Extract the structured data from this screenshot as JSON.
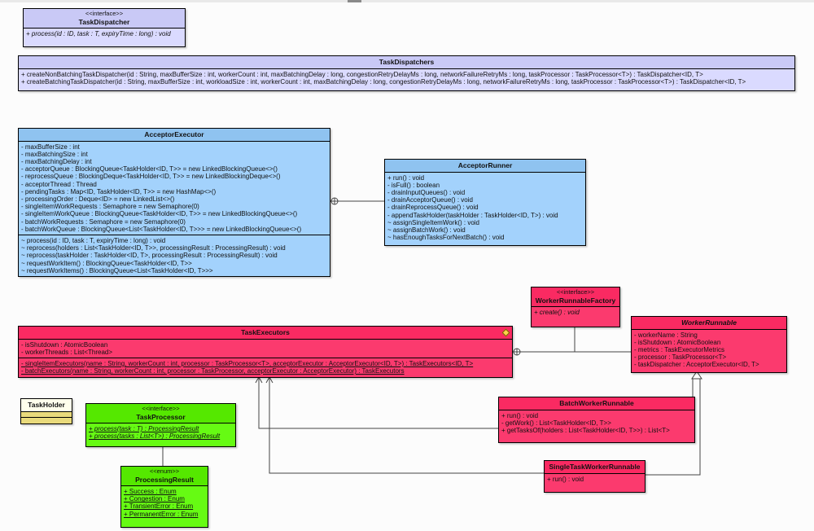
{
  "window": {
    "background": "#fcfcfc"
  },
  "colors": {
    "lavender_header": "#c9c9f6",
    "lavender_body": "#dadaff",
    "blue_header": "#8fc3f0",
    "blue_body": "#a3d2fc",
    "pink_header": "#fa2a62",
    "pink_body": "#fb3a6e",
    "green_header": "#55e800",
    "green_body": "#66fb13",
    "yellow_title": "#ffffec",
    "yellow_body": "#e9da7c",
    "diamond_accent": "#ffd24a"
  },
  "classes": {
    "taskDispatcher": {
      "stereotype": "<<interface>>",
      "name": "TaskDispatcher",
      "methods": [
        "+ process(id : ID, task : T, expiryTime : long) : void"
      ]
    },
    "taskDispatchers": {
      "name": "TaskDispatchers",
      "methods": [
        "+ createNonBatchingTaskDispatcher(id : String, maxBufferSize : int, workerCount : int, maxBatchingDelay : long, congestionRetryDelayMs : long, networkFailureRetryMs : long, taskProcessor : TaskProcessor<T>) : TaskDispatcher<ID, T>",
        "+ createBatchingTaskDispatcher(id : String, maxBufferSize : int, workloadSize : int, workerCount : int, maxBatchingDelay : long, congestionRetryDelayMs : long, networkFailureRetryMs : long, taskProcessor : TaskProcessor<T>) : TaskDispatcher<ID, T>"
      ]
    },
    "acceptorExecutor": {
      "name": "AcceptorExecutor",
      "attributes": [
        "- maxBufferSize : int",
        "- maxBatchingSize : int",
        "- maxBatchingDelay : int",
        "- acceptorQueue : BlockingQueue<TaskHolder<ID, T>> = new LinkedBlockingQueue<>()",
        "- reprocessQueue : BlockingDeque<TaskHolder<ID, T>> = new LinkedBlockingDeque<>()",
        "- acceptorThread : Thread",
        "- pendingTasks : Map<ID, TaskHolder<ID, T>> = new HashMap<>()",
        "- processingOrder : Deque<ID> = new LinkedList<>()",
        "- singleItemWorkRequests : Semaphore = new Semaphore(0)",
        "- singleItemWorkQueue : BlockingQueue<TaskHolder<ID, T>> = new LinkedBlockingQueue<>()",
        "- batchWorkRequests : Semaphore = new Semaphore(0)",
        "- batchWorkQueue : BlockingQueue<List<TaskHolder<ID, T>>> = new LinkedBlockingQueue<>()"
      ],
      "methods": [
        "~ process(id : ID, task : T, expiryTime : long) : void",
        "~ reprocess(holders : List<TaskHolder<ID, T>>, processingResult : ProcessingResult) : void",
        "~ reprocess(taskHolder : TaskHolder<ID, T>, processingResult : ProcessingResult) : void",
        "~ requestWorkItem() : BlockingQueue<TaskHolder<ID, T>>",
        "~ requestWorkItems() : BlockingQueue<List<TaskHolder<ID, T>>>"
      ]
    },
    "acceptorRunner": {
      "name": "AcceptorRunner",
      "methods": [
        "+ run() : void",
        "- isFull() : boolean",
        "- drainInputQueues() : void",
        "- drainAcceptorQueue() : void",
        "- drainReprocessQueue() : void",
        "- appendTaskHolder(taskHolder : TaskHolder<ID, T>) : void",
        "~ assignSingleItemWork() : void",
        "~ assignBatchWork() : void",
        "~ hasEnoughTasksForNextBatch() : void"
      ]
    },
    "workerRunnableFactory": {
      "stereotype": "<<interface>>",
      "name": "WorkerRunnableFactory",
      "methods": [
        "+ create() : void"
      ]
    },
    "workerRunnable": {
      "name": "WorkerRunnable",
      "attributes": [
        "- workerName : String",
        "- isShutdown : AtomicBoolean",
        "- metrics : TaskExecutorMetrics",
        "- processor : TaskProcessor<T>",
        "- taskDispatcher : AcceptorExecutor<ID, T>"
      ]
    },
    "taskExecutors": {
      "name": "TaskExecutors",
      "attributes": [
        "- isShutdown : AtomicBoolean",
        "- workerThreads : List<Thread>"
      ],
      "methods": [
        "- singleItemExecutors(name : String, workerCount : int, processor : TaskProcessor<T>, acceptorExecutor : AcceptorExecutor<ID, T>) : TaskExecutors<ID, T>",
        "- batchExecutors(name : String, workerCount : int, processor : TaskProcessor, acceptorExecutor : AcceptorExecutor) : TaskExecutors"
      ]
    },
    "taskHolder": {
      "name": "TaskHolder"
    },
    "taskProcessor": {
      "stereotype": "<<interface>>",
      "name": "TaskProcessor",
      "methods": [
        "+ process(task : T) : ProcessingResult",
        "+ process(tasks : List<T>) : ProcessingResult"
      ]
    },
    "processingResult": {
      "stereotype": "<<enum>>",
      "name": "ProcessingResult",
      "values": [
        "+ Success : Enum",
        "+ Congestion : Enum",
        "+ TransientError : Enum",
        "+ PermanentError : Enum"
      ]
    },
    "batchWorkerRunnable": {
      "name": "BatchWorkerRunnable",
      "methods": [
        "+ run() : void",
        "- getWork() : List<TaskHolder<ID, T>>",
        "+ getTasksOf(holders : List<TaskHolder<ID, T>>) : List<T>"
      ]
    },
    "singleTaskWorkerRunnable": {
      "name": "SingleTaskWorkerRunnable",
      "methods": [
        "+ run() : void"
      ]
    }
  }
}
